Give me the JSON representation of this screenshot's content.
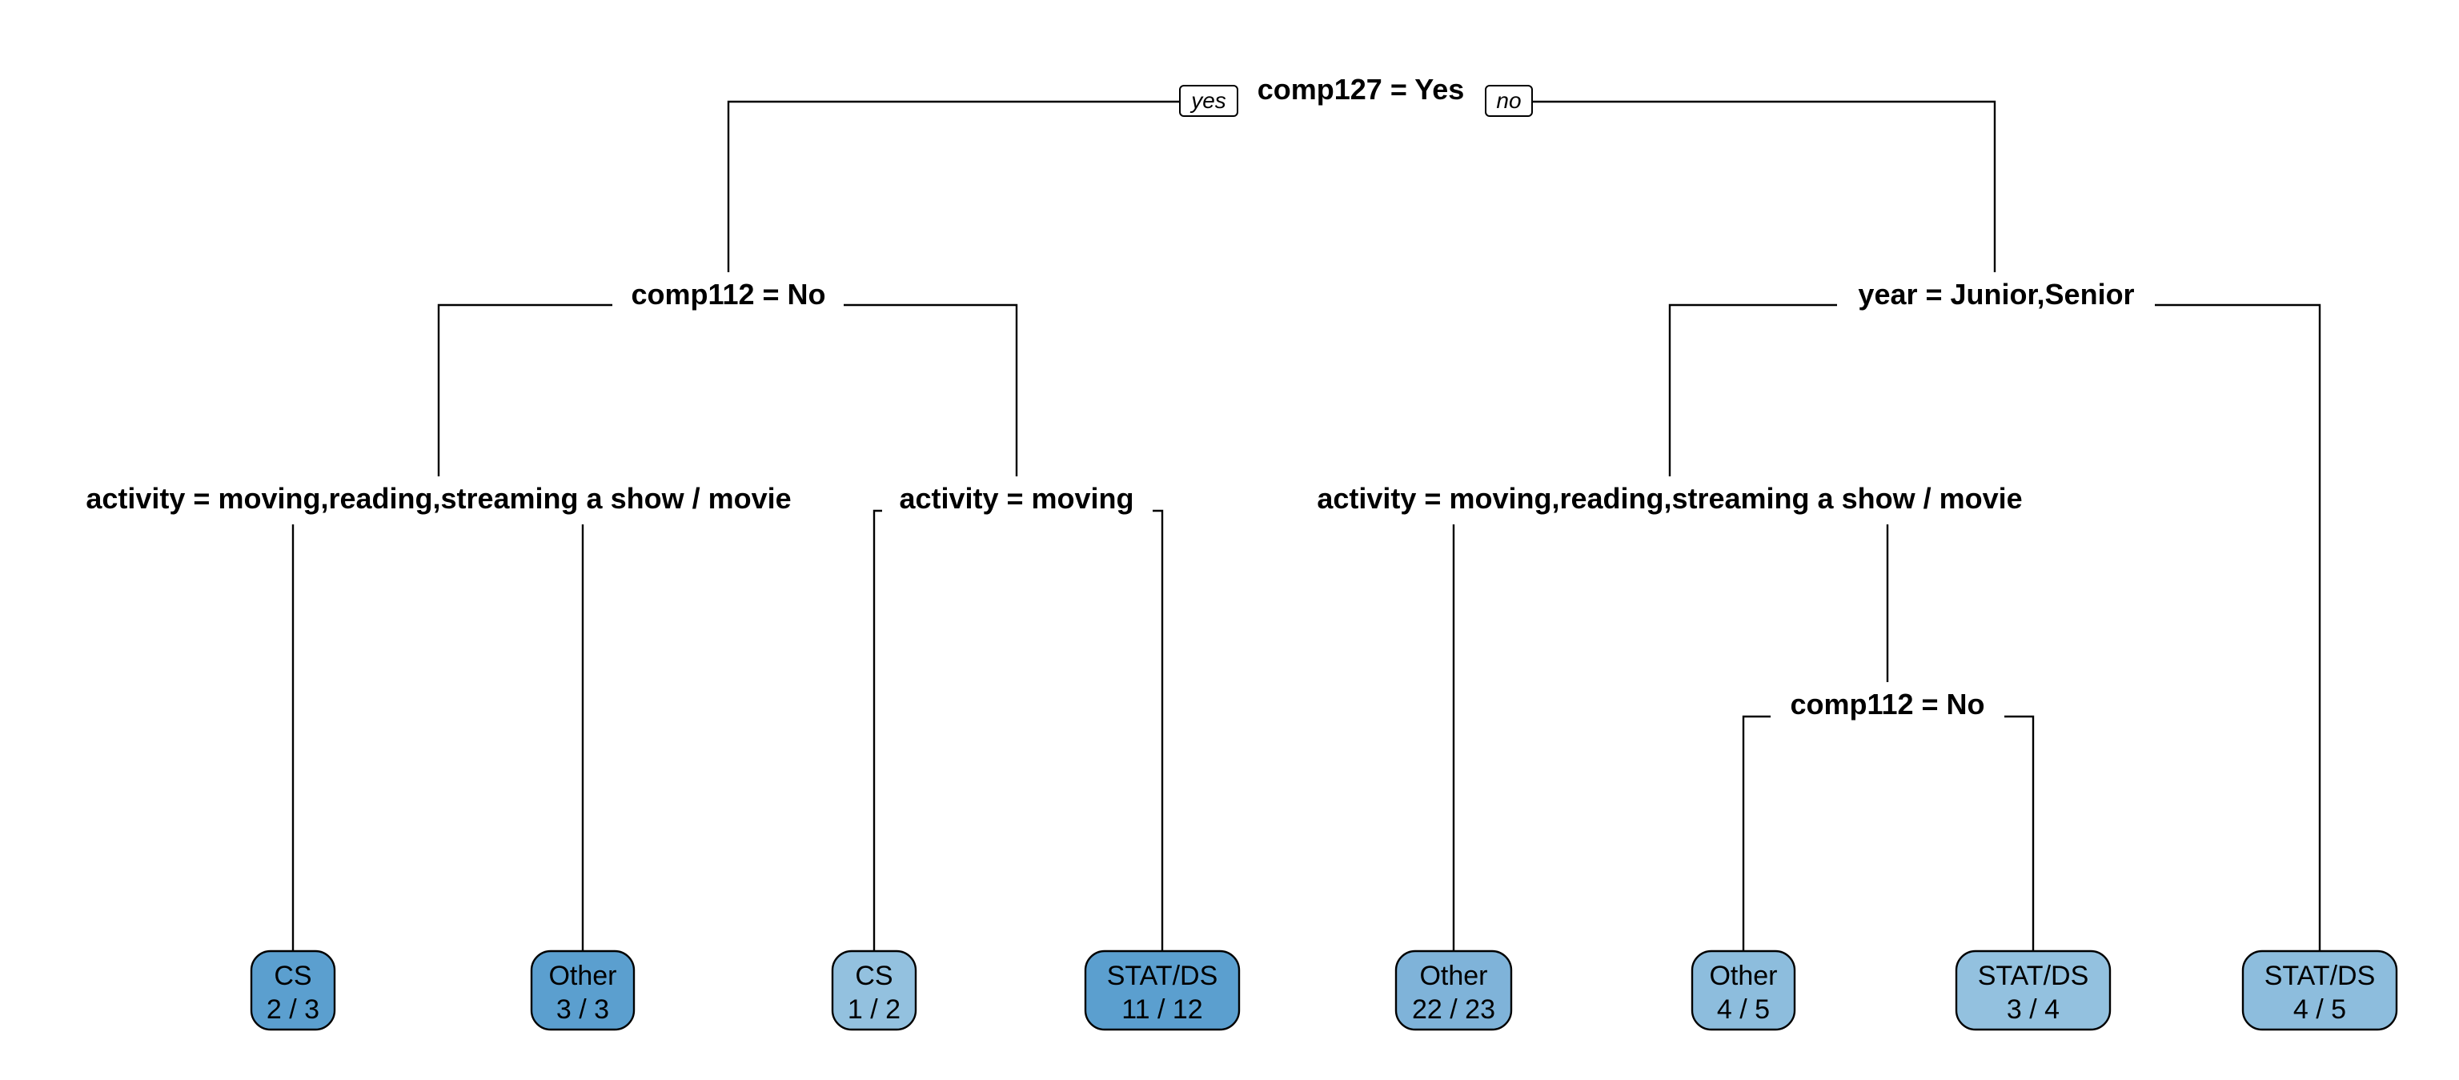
{
  "tree": {
    "branch_labels": {
      "left": "yes",
      "right": "no"
    },
    "root": {
      "label": "comp127 = Yes"
    },
    "splits": {
      "left": {
        "label": "comp112 = No"
      },
      "right": {
        "label": "year = Junior,Senior"
      },
      "left_left": {
        "label": "activity = moving,reading,streaming a show / movie"
      },
      "left_right": {
        "label": "activity = moving"
      },
      "right_left": {
        "label": "activity = moving,reading,streaming a show / movie"
      },
      "right_left_right": {
        "label": "comp112 = No"
      }
    },
    "leaves": [
      {
        "class": "CS",
        "ratio": "2 / 3",
        "fill": "#5b9fcf"
      },
      {
        "class": "Other",
        "ratio": "3 / 3",
        "fill": "#5b9fcf"
      },
      {
        "class": "CS",
        "ratio": "1 / 2",
        "fill": "#93c1df"
      },
      {
        "class": "STAT/DS",
        "ratio": "11 / 12",
        "fill": "#5b9fcf"
      },
      {
        "class": "Other",
        "ratio": "22 / 23",
        "fill": "#7fb3d9"
      },
      {
        "class": "Other",
        "ratio": "4 / 5",
        "fill": "#8dbddd"
      },
      {
        "class": "STAT/DS",
        "ratio": "3 / 4",
        "fill": "#93c1df"
      },
      {
        "class": "STAT/DS",
        "ratio": "4 / 5",
        "fill": "#8dbddd"
      }
    ]
  }
}
